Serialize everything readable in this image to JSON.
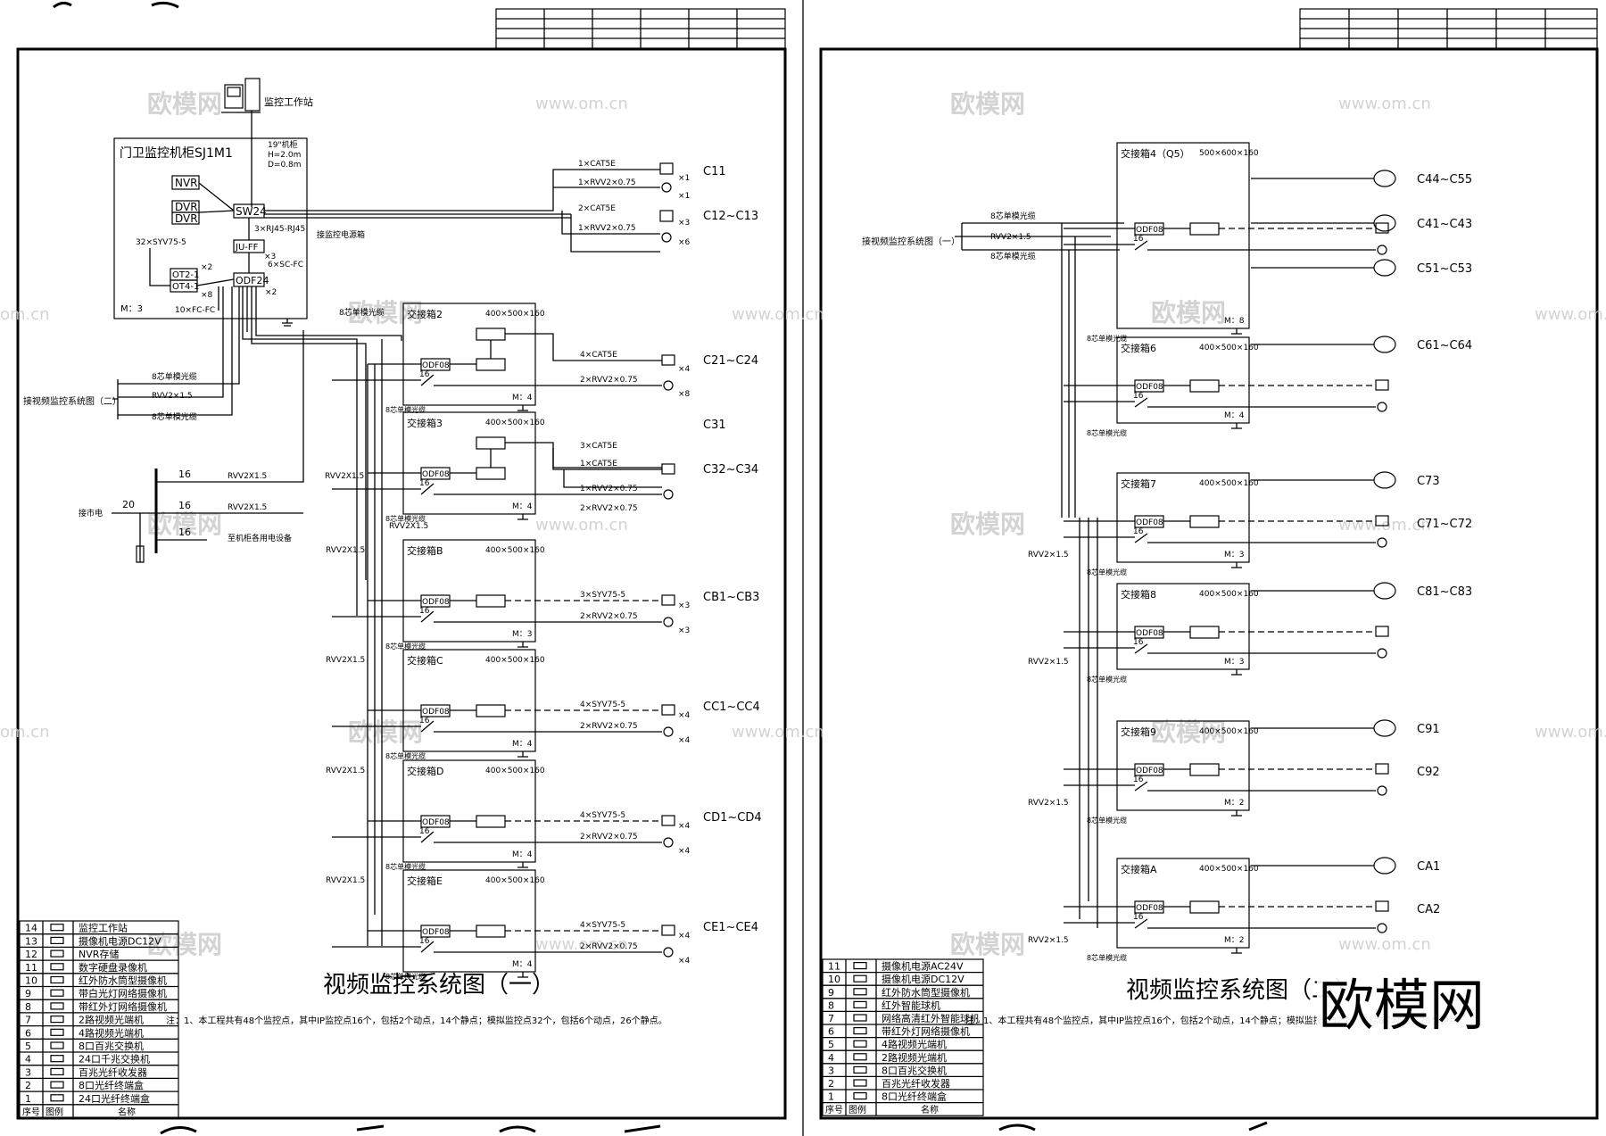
{
  "watermark": {
    "cn": "欧模网",
    "url": "www.om.cn",
    "url_short": "om.cn"
  },
  "logo": "欧模网",
  "sheet1": {
    "title": "视频监控系统图（一）",
    "note": "注：1、本工程共有48个监控点，其中IP监控点16个，包括2个动点，14个静点；模拟监控点32个，包括6个动点，26个静点。",
    "workstation": "监控工作站",
    "main_cabinet": {
      "label": "门卫监控机柜SJ1M1",
      "spec1": "19\"机柜",
      "spec2": "H=2.0m",
      "spec3": "D=0.8m",
      "nvr": "NVR",
      "dvr1": "DVR",
      "dvr2": "DVR",
      "sw": "SW24",
      "juff": "JU-FF",
      "ot2": "OT2-1",
      "ot4": "OT4-1",
      "odf": "ODF24",
      "c32": "32×SYV75-5",
      "rj45": "3×RJ45-RJ45",
      "sc": "6×SC-FC",
      "fc": "10×FC-FC",
      "x2a": "×2",
      "x3": "×3",
      "x8": "×8",
      "x2b": "×2",
      "m": "M：3"
    },
    "power_label": "接监控电源箱",
    "ref_label": "接视频监控系统图（二）",
    "cable_8core": "8芯单模光缆",
    "rvv": "RVV2×1.5",
    "rvv2": "RVV2X1.5",
    "power_in": "接市电",
    "power_20": "20",
    "power_16": "16",
    "ups_label": "至机柜各用电设备",
    "top_lines": [
      "1×CAT5E",
      "1×RVV2×0.75",
      "2×CAT5E",
      "1×RVV2×0.75"
    ],
    "top_targets": [
      "C11",
      "C12~C13"
    ],
    "top_mult": [
      "×1",
      "×1",
      "×3",
      "×6"
    ],
    "boxes": [
      {
        "name": "交接箱2",
        "size": "400×500×160",
        "m": "M：4",
        "target": "C21~C24",
        "l1": "4×CAT5E",
        "l2": "2×RVV2×0.75",
        "x1": "×4",
        "x2": "×8"
      },
      {
        "name": "交接箱3",
        "size": "400×500×160",
        "m": "M：4",
        "target": "C31",
        "target2": "C32~C34",
        "l1": "1×CAT5E",
        "l2": "1×RVV2×0.75",
        "l3": "3×CAT5E",
        "l4": "2×RVV2×0.75"
      },
      {
        "name": "交接箱B",
        "size": "400×500×160",
        "m": "M：3",
        "target": "CB1~CB3",
        "l1": "3×SYV75-5",
        "l2": "2×RVV2×0.75",
        "x1": "×3",
        "x2": "×3"
      },
      {
        "name": "交接箱C",
        "size": "400×500×160",
        "m": "M：4",
        "target": "CC1~CC4",
        "l1": "4×SYV75-5",
        "l2": "2×RVV2×0.75",
        "x1": "×4",
        "x2": "×4"
      },
      {
        "name": "交接箱D",
        "size": "400×500×160",
        "m": "M：4",
        "target": "CD1~CD4",
        "l1": "4×SYV75-5",
        "l2": "2×RVV2×0.75",
        "x1": "×4",
        "x2": "×4"
      },
      {
        "name": "交接箱E",
        "size": "400×500×160",
        "m": "M：4",
        "target": "CE1~CE4",
        "l1": "4×SYV75-5",
        "l2": "2×RVV2×0.75",
        "x1": "×4",
        "x2": "×4"
      }
    ],
    "legend_header": {
      "no": "序号",
      "icon": "图例",
      "name": "名称"
    },
    "legend": [
      {
        "no": "14",
        "name": "监控工作站"
      },
      {
        "no": "13",
        "name": "摄像机电源DC12V"
      },
      {
        "no": "12",
        "name": "NVR存储"
      },
      {
        "no": "11",
        "name": "数字硬盘录像机"
      },
      {
        "no": "10",
        "name": "红外防水筒型摄像机"
      },
      {
        "no": "9",
        "name": "带白光灯网络摄像机"
      },
      {
        "no": "8",
        "name": "带红外灯网络摄像机"
      },
      {
        "no": "7",
        "name": "2路视频光端机"
      },
      {
        "no": "6",
        "name": "4路视频光端机"
      },
      {
        "no": "5",
        "name": "8口百兆交换机"
      },
      {
        "no": "4",
        "name": "24口千兆交换机"
      },
      {
        "no": "3",
        "name": "百兆光纤收发器"
      },
      {
        "no": "2",
        "name": "8口光纤终端盒"
      },
      {
        "no": "1",
        "name": "24口光纤终端盒"
      }
    ]
  },
  "sheet2": {
    "title": "视频监控系统图（二）",
    "note": "注：1、本工程共有48个监控点，其中IP监控点16个，包括2个动点，14个静点；模拟监控点32个，包括6个动点，26个静点。",
    "ref_label": "接视频监控系统图（一）",
    "cable_8core": "8芯单模光缆",
    "rvv": "RVV2×1.5",
    "boxes": [
      {
        "name": "交接箱4（Q5）",
        "size": "500×600×160",
        "m": "M：8",
        "targets": [
          "C44~C55",
          "C41~C43",
          "C51~C53"
        ]
      },
      {
        "name": "交接箱6",
        "size": "400×500×160",
        "m": "M：4",
        "targets": [
          "C61~C64"
        ]
      },
      {
        "name": "交接箱7",
        "size": "400×500×160",
        "m": "M：3",
        "targets": [
          "C73",
          "C71~C72"
        ]
      },
      {
        "name": "交接箱8",
        "size": "400×500×160",
        "m": "M：3",
        "targets": [
          "C81~C83"
        ]
      },
      {
        "name": "交接箱9",
        "size": "400×500×160",
        "m": "M：2",
        "targets": [
          "C91",
          "C92"
        ]
      },
      {
        "name": "交接箱A",
        "size": "400×500×160",
        "m": "M：2",
        "targets": [
          "CA1",
          "CA2"
        ]
      }
    ],
    "legend": [
      {
        "no": "11",
        "name": "摄像机电源AC24V"
      },
      {
        "no": "10",
        "name": "摄像机电源DC12V"
      },
      {
        "no": "9",
        "name": "红外防水筒型摄像机"
      },
      {
        "no": "8",
        "name": "红外智能球机"
      },
      {
        "no": "7",
        "name": "网络高清红外智能球机"
      },
      {
        "no": "6",
        "name": "带红外灯网络摄像机"
      },
      {
        "no": "5",
        "name": "4路视频光端机"
      },
      {
        "no": "4",
        "name": "2路视频光端机"
      },
      {
        "no": "3",
        "name": "8口百兆交换机"
      },
      {
        "no": "2",
        "name": "百兆光纤收发器"
      },
      {
        "no": "1",
        "name": "8口光纤终端盒"
      }
    ]
  }
}
